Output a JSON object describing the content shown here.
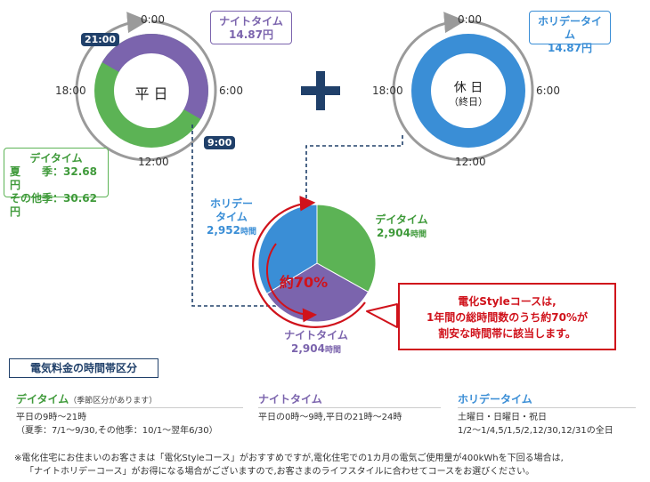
{
  "colors": {
    "night": "#7b64ad",
    "day": "#5cb355",
    "holiday": "#3a8ed6",
    "navy": "#20406a",
    "red": "#d0121b",
    "gray_arrow": "#9a9a9a"
  },
  "weekday_clock": {
    "center_label": "平 日",
    "ticks": {
      "top": "0:00",
      "right": "6:00",
      "bottom": "12:00",
      "left": "18:00"
    },
    "tags": {
      "t21": "21:00",
      "t9": "9:00"
    },
    "night_box": {
      "name": "ナイトタイム",
      "rate": "14.87円"
    },
    "day_box": {
      "name": "デイタイム",
      "summer": "夏　　季：32.68円",
      "other": "その他季：30.62円"
    }
  },
  "plus_sign": "＋",
  "holiday_clock": {
    "center_label": "休 日",
    "center_sub": "（終日）",
    "ticks": {
      "top": "0:00",
      "right": "6:00",
      "bottom": "12:00",
      "left": "18:00"
    },
    "box": {
      "name": "ホリデータイム",
      "rate": "14.87円"
    }
  },
  "chart_data": {
    "type": "pie",
    "labels": [
      "デイタイム",
      "ナイトタイム",
      "ホリデータイム"
    ],
    "values": [
      2904,
      2904,
      2952
    ],
    "unit": "時間",
    "colors": [
      "#5cb355",
      "#7b64ad",
      "#3a8ed6"
    ],
    "annotation": "約70%"
  },
  "pie_labels": {
    "holiday": {
      "line1": "ホリデー",
      "line2": "タイム",
      "num": "2,952",
      "unit": "時間"
    },
    "day": {
      "line1": "デイタイム",
      "num": "2,904",
      "unit": "時間"
    },
    "night": {
      "line1": "ナイトタイム",
      "num": "2,904",
      "unit": "時間"
    }
  },
  "callout": {
    "line1": "電化Styleコースは,",
    "line2": "1年間の総時間数のうち約70%が",
    "line3": "割安な時間帯に該当します。"
  },
  "legend": {
    "title": "電気料金の時間帯区分",
    "day": {
      "name": "デイタイム",
      "note": "（季節区分があります）",
      "l1": "平日の9時～21時",
      "l2": "（夏季：7/1～9/30,その他季：10/1～翌年6/30）"
    },
    "night": {
      "name": "ナイトタイム",
      "l1": "平日の0時～9時,平日の21時～24時"
    },
    "holiday": {
      "name": "ホリデータイム",
      "l1": "土曜日・日曜日・祝日",
      "l2": "1/2～1/4,5/1,5/2,12/30,12/31の全日"
    }
  },
  "notes": {
    "l1": "※電化住宅にお住まいのお客さまは「電化Styleコース」がおすすめですが,電化住宅での1カ月の電気ご使用量が400kWhを下回る場合は,",
    "l2": "「ナイトホリデーコース」がお得になる場合がございますので,お客さまのライフスタイルに合わせてコースをお選びください。"
  }
}
